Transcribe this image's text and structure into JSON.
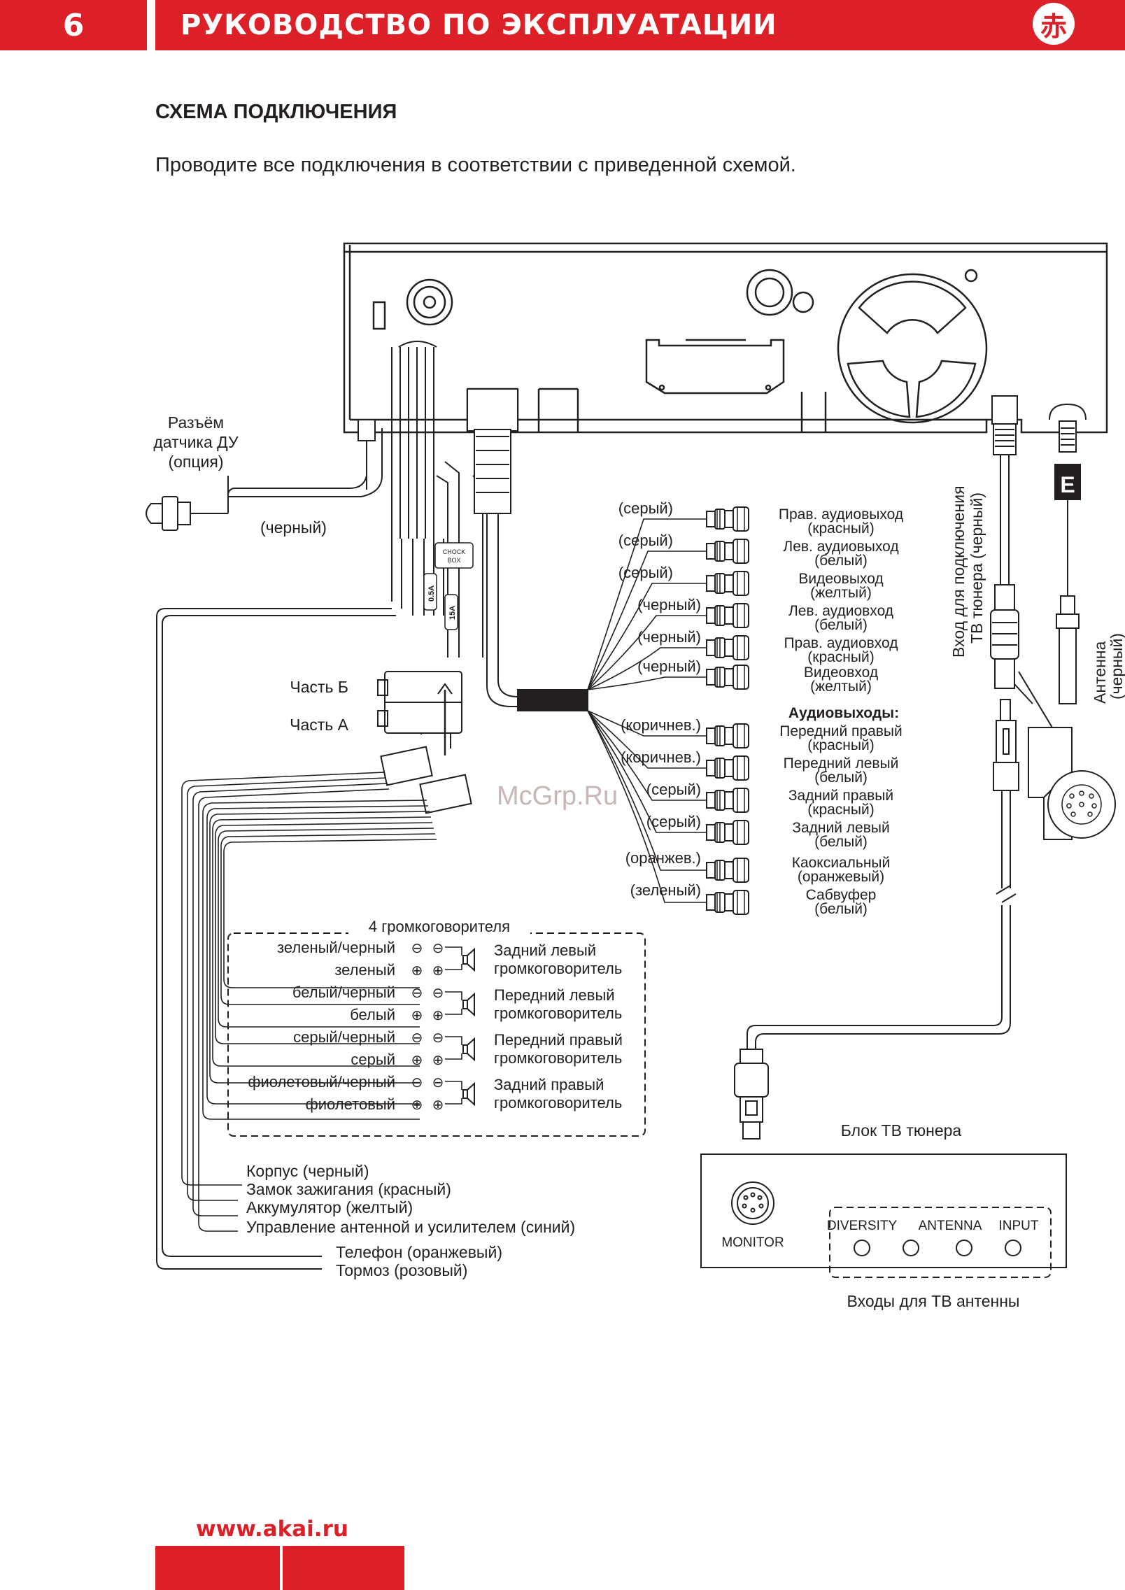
{
  "header": {
    "page_number": "6",
    "title": "РУКОВОДСТВО ПО ЭКСПЛУАТАЦИИ",
    "logo_glyph": "赤"
  },
  "section": {
    "title": "СХЕМА ПОДКЛЮЧЕНИЯ",
    "intro": "Проводите все подключения в соответствии с приведенной схемой."
  },
  "diagram": {
    "remote_sensor": [
      "Разъём",
      "датчика ДУ",
      "(опция)"
    ],
    "remote_wire": "(черный)",
    "check_box": [
      "CHOCK",
      "BOX"
    ],
    "fuse_small": "0.5A",
    "fuse_large": "15A",
    "part_b": "Часть Б",
    "part_a": "Часть А",
    "tv_input_label": [
      "Вход для подключения",
      "ТВ тюнера (черный)"
    ],
    "antenna_label": [
      "Антенна",
      "(черный)"
    ],
    "antenna_letter": "E",
    "watermark": "McGrp.Ru",
    "rca_top": [
      {
        "wire": "(серый)",
        "label": [
          "Прав. аудиовыход",
          "(красный)"
        ]
      },
      {
        "wire": "(серый)",
        "label": [
          "Лев. аудиовыход",
          "(белый)"
        ]
      },
      {
        "wire": "(серый)",
        "label": [
          "Видеовыход",
          "(желтый)"
        ]
      },
      {
        "wire": "(черный)",
        "label": [
          "Лев. аудиовход",
          "(белый)"
        ]
      },
      {
        "wire": "(черный)",
        "label": [
          "Прав. аудиовход",
          "(красный)"
        ]
      },
      {
        "wire": "(черный)",
        "label": [
          "Видеовход",
          "(желтый)"
        ]
      }
    ],
    "audio_outputs_title": "Аудиовыходы:",
    "rca_bottom": [
      {
        "wire": "(коричнев.)",
        "label": [
          "Передний правый",
          "(красный)"
        ]
      },
      {
        "wire": "(коричнев.)",
        "label": [
          "Передний левый",
          "(белый)"
        ]
      },
      {
        "wire": "(серый)",
        "label": [
          "Задний правый",
          "(красный)"
        ]
      },
      {
        "wire": "(серый)",
        "label": [
          "Задний левый",
          "(белый)"
        ]
      },
      {
        "wire": "(оранжев.)",
        "label": [
          "Каоксиальный",
          "(оранжевый)"
        ]
      },
      {
        "wire": "(зеленый)",
        "label": [
          "Сабвуфер",
          "(белый)"
        ]
      }
    ],
    "speakers_title": "4 громкоговорителя",
    "speaker_wires": [
      "зеленый/черный",
      "зеленый",
      "белый/черный",
      "белый",
      "серый/черный",
      "серый",
      "фиолетовый/черный",
      "фиолетовый"
    ],
    "speakers": [
      [
        "Задний левый",
        "громкоговоритель"
      ],
      [
        "Передний левый",
        "громкоговоритель"
      ],
      [
        "Передний правый",
        "громкоговоритель"
      ],
      [
        "Задний правый",
        "громкоговоритель"
      ]
    ],
    "minus_sign": "⊖",
    "plus_sign": "⊕",
    "power_wires": [
      "Корпус (черный)",
      "Замок зажигания (красный)",
      "Аккумулятор (желтый)",
      "Управление антенной и усилителем (синий)",
      "Телефон (оранжевый)",
      "Тормоз (розовый)"
    ],
    "tuner": {
      "title": "Блок ТВ тюнера",
      "monitor": "MONITOR",
      "inputs": [
        "DIVERSITY",
        "ANTENNA",
        "INPUT"
      ],
      "caption": "Входы для ТВ антенны"
    }
  },
  "footer": {
    "url": "www.akai.ru"
  }
}
